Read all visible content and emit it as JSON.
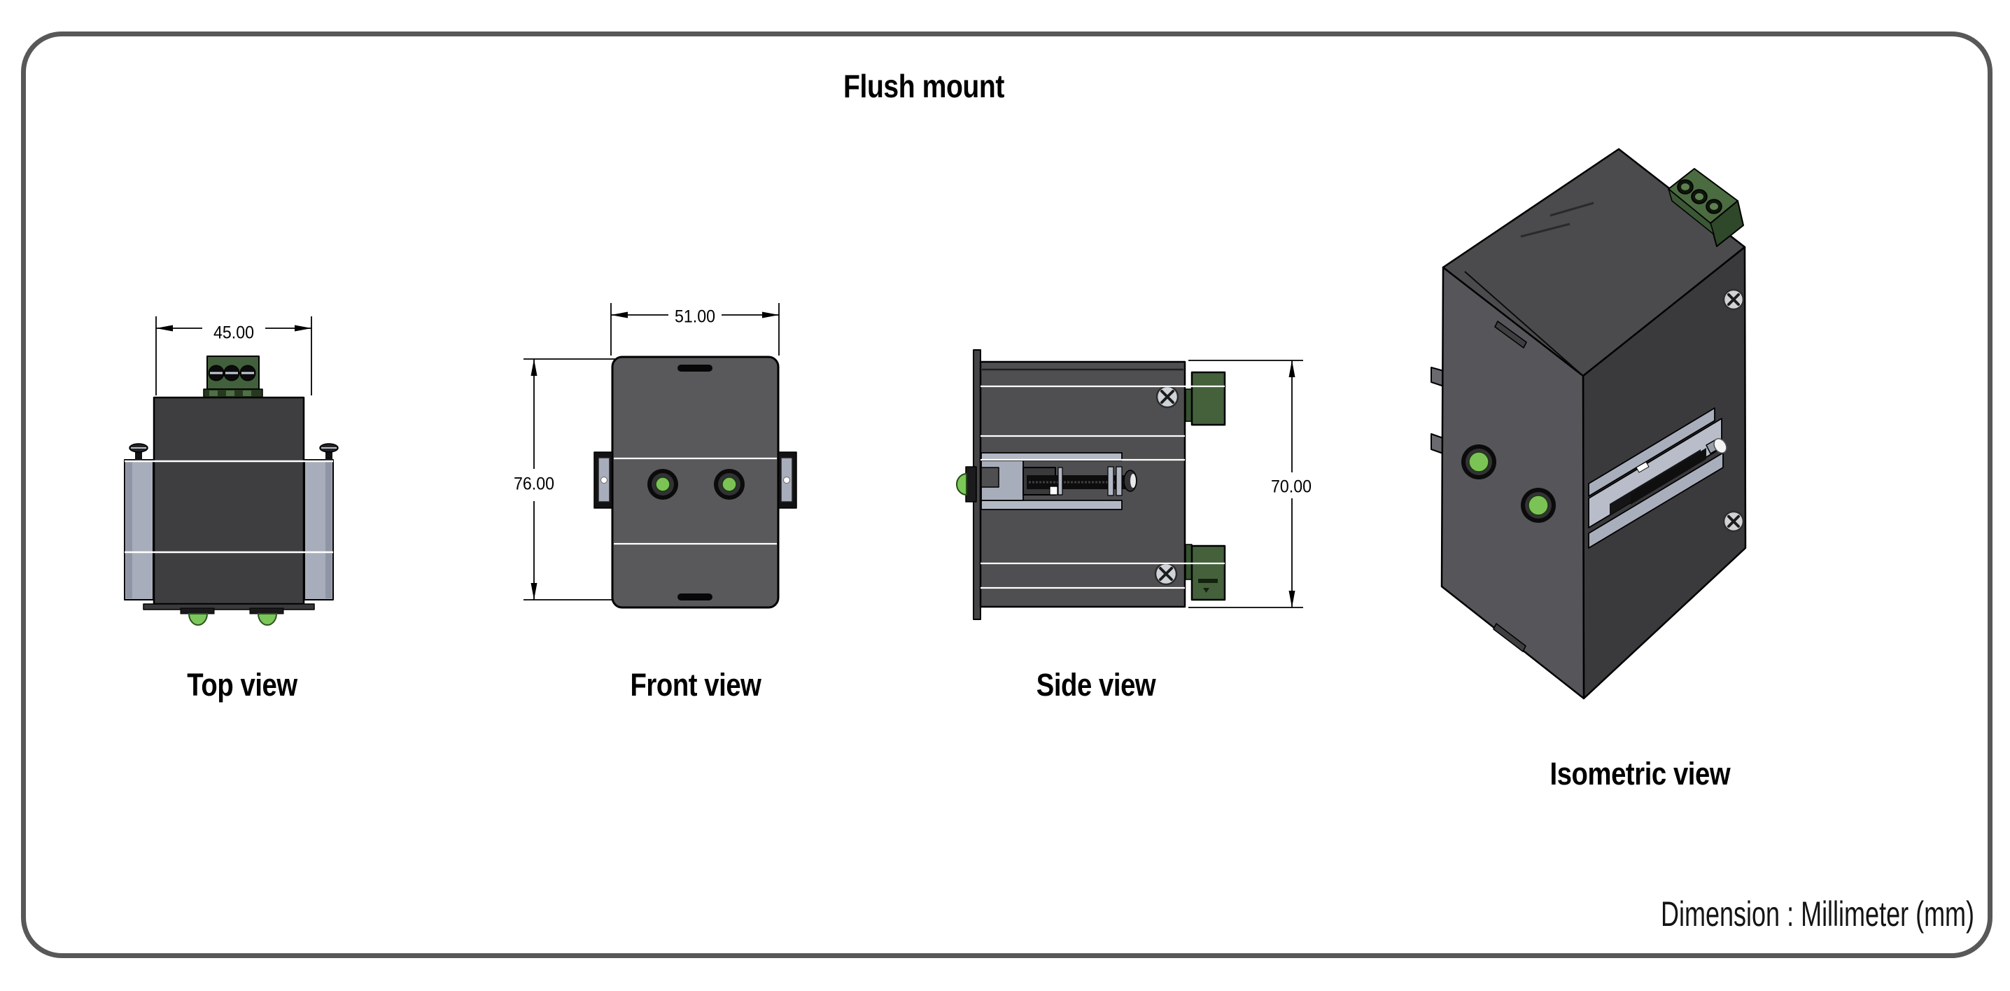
{
  "page": {
    "title": "Flush mount",
    "note": "Dimension : Millimeter (mm)"
  },
  "views": {
    "top": {
      "label": "Top view",
      "width_mm": "45.00"
    },
    "front": {
      "label": "Front view",
      "width_mm": "51.00",
      "height_mm": "76.00"
    },
    "side": {
      "label": "Side view",
      "height_mm": "70.00"
    },
    "isometric": {
      "label": "Isometric view"
    }
  },
  "colors": {
    "frame_border": "#585858",
    "enclosure_dark": "#3e3e40",
    "enclosure_medium": "#59595b",
    "enclosure_side": "#4f4f51",
    "din_clip_gray": "#a8adbb",
    "terminal_green": "#44613c",
    "led_green": "#7cc75a",
    "drawing_line": "#000000"
  }
}
